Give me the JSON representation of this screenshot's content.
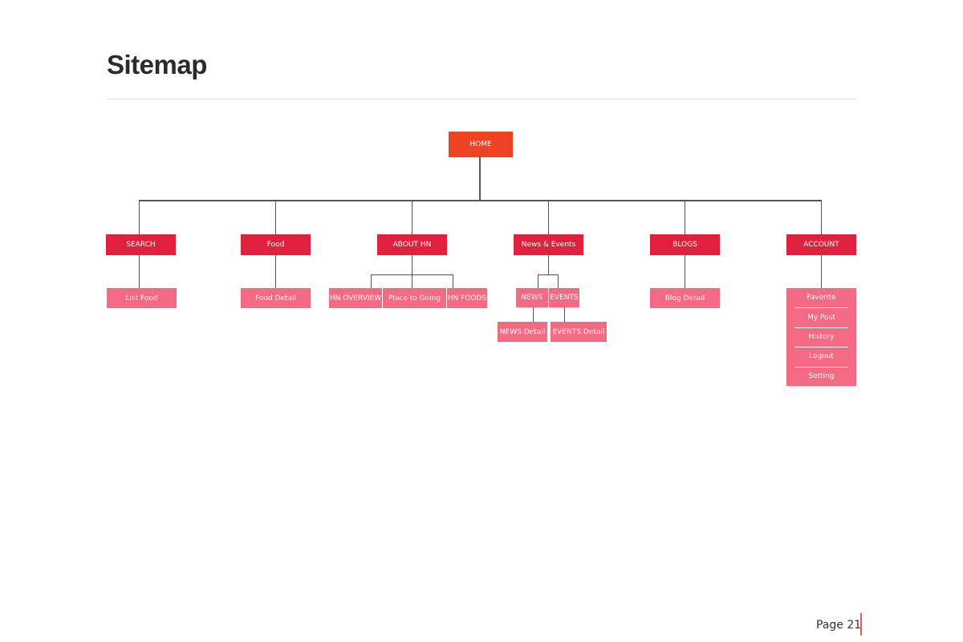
{
  "page": {
    "title": "Sitemap",
    "page_number": "Page 21"
  },
  "colors": {
    "home": "#ee4322",
    "level1": "#e0213d",
    "level2": "#f46a82",
    "connector": "#555555"
  },
  "sitemap": {
    "home": "HOME",
    "sections": [
      {
        "label": "SEARCH",
        "children": [
          "List Food"
        ]
      },
      {
        "label": "Food",
        "children": [
          "Food Detail"
        ]
      },
      {
        "label": "ABOUT HN",
        "children": [
          "HN OVERVIEW",
          "Place to Going",
          "HN FOODS"
        ]
      },
      {
        "label": "News & Events",
        "children": [
          "NEWS",
          "EVENTS"
        ],
        "grandchildren": [
          "NEWS Detail",
          "EVENTS Detail"
        ]
      },
      {
        "label": "BLOGS",
        "children": [
          "Blog Detail"
        ]
      },
      {
        "label": "ACCOUNT",
        "children": [
          "Favorite",
          "My Post",
          "History",
          "Logout",
          "Setting"
        ]
      }
    ]
  }
}
